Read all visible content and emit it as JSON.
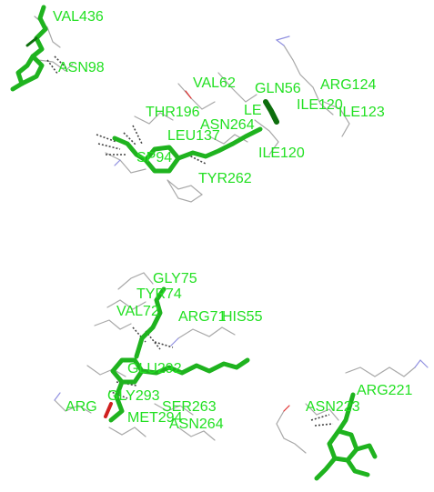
{
  "colors": {
    "ligand": "#1fb31f",
    "ligand_dark": "#0d6e0d",
    "label": "#22e022",
    "residue_line": "#a8a8a8",
    "nitrogen": "#9090e0",
    "oxygen": "#e03030",
    "hbond": "#444444"
  },
  "labels": {
    "val436": "VAL436",
    "asn98": "ASN98",
    "val62": "VAL62",
    "gln56": "GLN56",
    "arg124": "ARG124",
    "thr196": "THR196",
    "leu_a": "LE",
    "asn264_top": "ASN264",
    "ile120_top": "ILE120",
    "ile123": "ILE123",
    "leu137": "LEU137",
    "asp94": "SP94",
    "ile120": "ILE120",
    "tyr262": "TYR262",
    "gly75": "GLY75",
    "tyr74": "TYR74",
    "val72": "VAL72",
    "arg71": "ARG71",
    "his55": "HIS55",
    "glu292": "GLU292",
    "gly293": "GLY293",
    "ser263": "SER263",
    "arg_x": "ARG",
    "met294": "MET294",
    "asn264": "ASN264",
    "arg221": "ARG221",
    "asn223": "ASN223"
  }
}
